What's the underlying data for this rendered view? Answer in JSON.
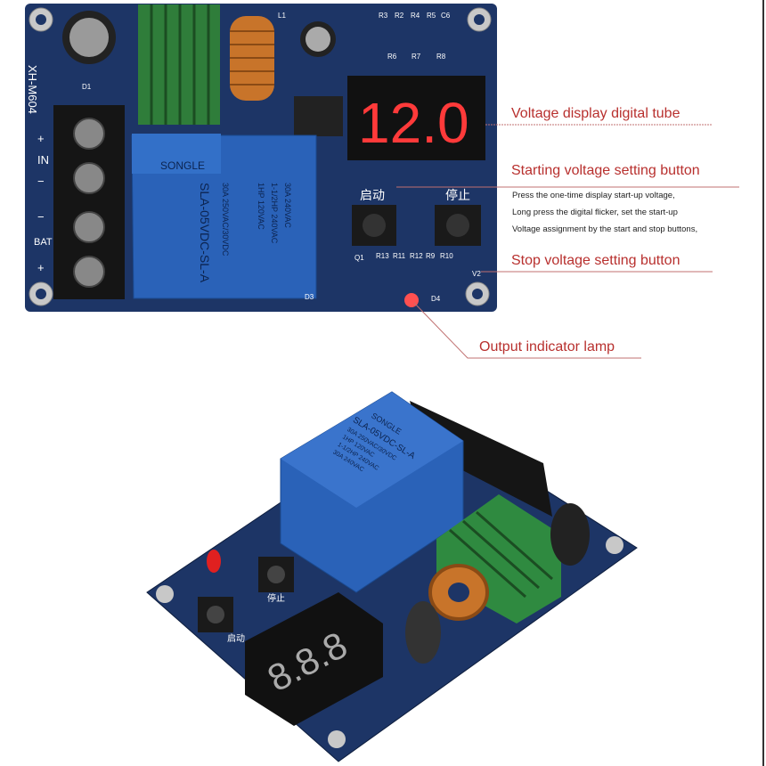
{
  "top_board": {
    "model": "XH-M604",
    "terminal_labels": [
      "+",
      "IN",
      "−",
      "−",
      "BAT",
      "+"
    ],
    "display_value": "12.0",
    "start_button_label": "启动",
    "stop_button_label": "停止",
    "relay_brand": "SONGLE",
    "relay_model": "SLA-05VDC-SL-A",
    "relay_ratings": [
      "30A 250VAC/30VDC",
      "1HP 120VAC",
      "1-1/2HP 240VAC",
      "30A 240VAC"
    ],
    "component_labels": [
      "R3",
      "R2",
      "R4",
      "R5",
      "C6",
      "R6",
      "R7",
      "R8",
      "R13",
      "R11",
      "R12",
      "R9",
      "R10",
      "V2",
      "D1",
      "D3",
      "D4",
      "L1",
      "Q1"
    ]
  },
  "callouts": {
    "display": "Voltage display digital tube",
    "start": "Starting voltage setting button",
    "start_notes": [
      "Press the one-time display start-up voltage,",
      "Long press the digital flicker, set the start-up",
      "Voltage assignment by the start and stop buttons,"
    ],
    "stop": "Stop voltage setting button",
    "output": "Output indicator lamp"
  },
  "bottom_board": {
    "display_value": "8.8.8",
    "relay_brand": "SONGLE",
    "relay_model": "SLA-05VDC-SL-A",
    "relay_ratings": [
      "30A 250VAC/30VDC",
      "1HP 120VAC",
      "1-1/2HP 240VAC",
      "30A 240VAC"
    ],
    "start_button_label": "启动",
    "stop_button_label": "停止"
  },
  "colors": {
    "pcb": "#1d3566",
    "relay": "#2a62b8",
    "callout": "#b8302e",
    "digit": "#ff3a3a"
  }
}
